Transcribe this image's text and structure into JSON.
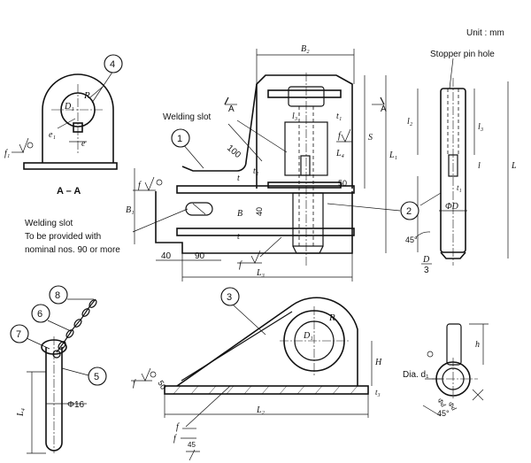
{
  "unit": "Unit : mm",
  "stopper_pin_hole": "Stopper pin hole",
  "welding_slot": "Welding slot",
  "welding_slot_note": [
    "Welding slot",
    "To be provided with",
    "nominal nos. 90 or more"
  ],
  "section": "A – A",
  "section_mark": "A",
  "callouts": [
    "1",
    "2",
    "3",
    "4",
    "5",
    "6",
    "7",
    "8"
  ],
  "dims": {
    "B2": "B₂",
    "B1": "B₁",
    "B": "B",
    "S": "S",
    "L1": "L₁",
    "L2": "L₂",
    "L3": "L₃",
    "L4": "L₄",
    "L": "L",
    "l": "l",
    "l1": "l₁",
    "l2": "l₂",
    "l3": "l₃",
    "t": "t",
    "t1": "t₁",
    "t2": "t₂",
    "t3": "t₃",
    "R": "R",
    "D1": "D₁",
    "e": "e",
    "e1": "e₁",
    "H": "H",
    "h": "h",
    "phiD": "ΦD",
    "phi16": "Φ16",
    "phid": "Φd",
    "phid2": "Φd",
    "D3_num": "D",
    "D3_den": "3",
    "v40a": "40",
    "v40b": "40",
    "v90": "90",
    "v100": "100",
    "v50a": "50",
    "v50b": "50",
    "v45a": "45°",
    "v45b": "45°",
    "v45c": "45",
    "dia_d1": "Dia. d₁"
  },
  "weld_symbols": {
    "f1": "f₁",
    "f_a": "f",
    "f_b": "f",
    "f_c": "f",
    "f_d": "f",
    "f_e": "f",
    "f_f": "f",
    "f_g": "f"
  }
}
